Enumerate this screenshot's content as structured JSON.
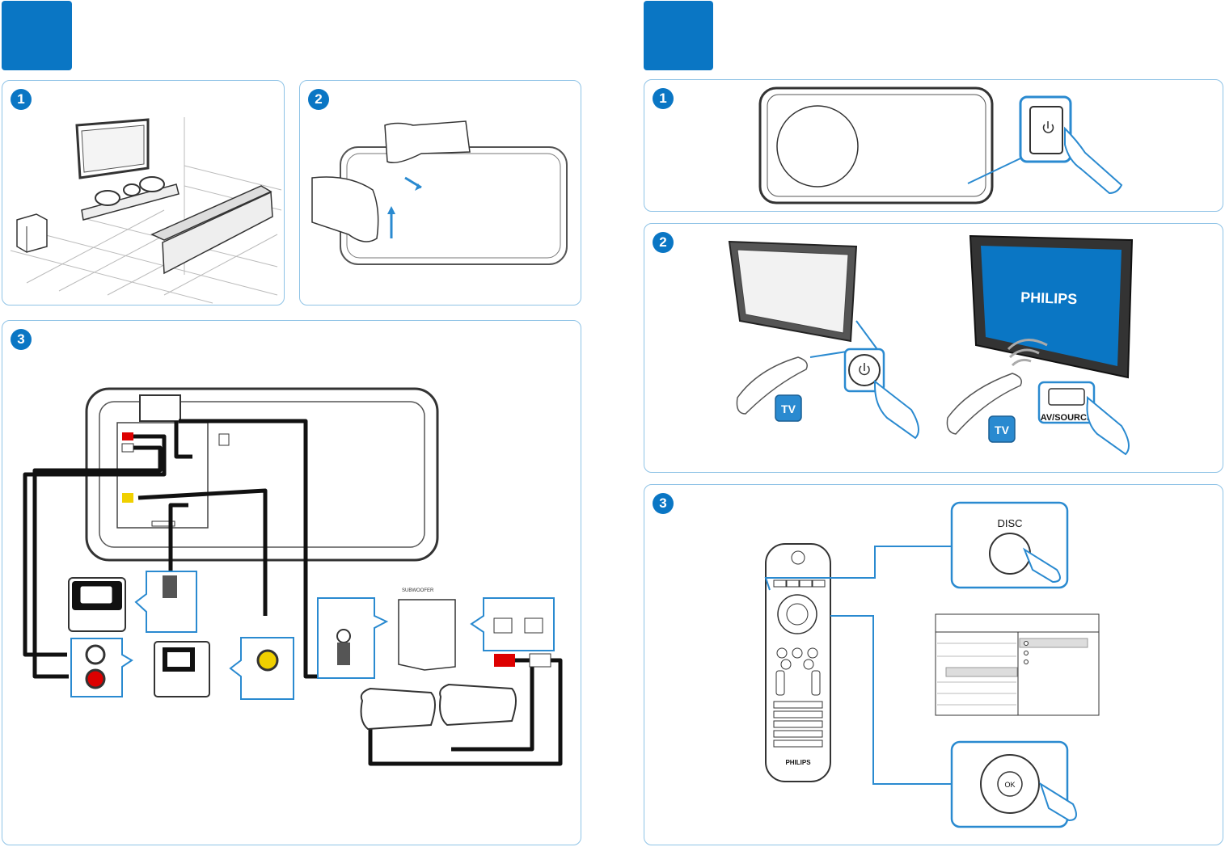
{
  "steps": {
    "left": {
      "p1": "1",
      "p2": "2",
      "p3": "3"
    },
    "right": {
      "p1": "1",
      "p2": "2",
      "p3": "3"
    }
  },
  "labels": {
    "subwoofer": "SUBWOOFER",
    "tv_badge": "TV",
    "av_source": "AV/SOURCE",
    "brand": "PHILIPS",
    "disc": "DISC",
    "ok": "OK"
  },
  "colors": {
    "accent": "#0a76c4",
    "panel_border": "#8fc3e6"
  }
}
